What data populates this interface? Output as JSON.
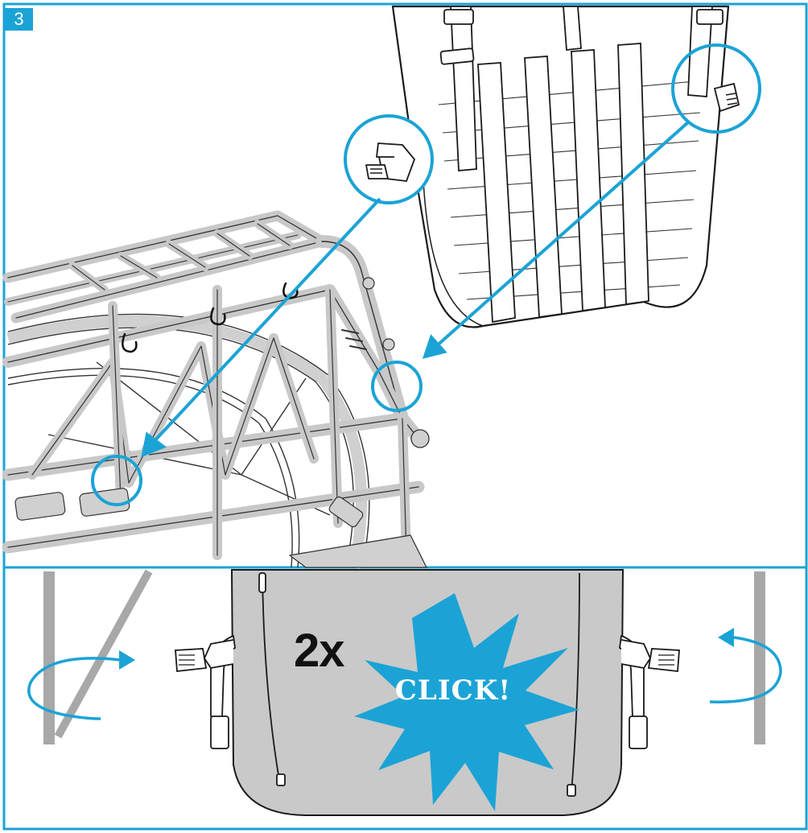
{
  "step": {
    "number": "3"
  },
  "bottom_panel": {
    "multiplier": "2x",
    "click_label": "CLICK!"
  },
  "colors": {
    "accent": "#1ba3d6",
    "frame_gray": "#c8c8c8",
    "bag_gray": "#c9c9c9",
    "outline": "#1a1a1a"
  },
  "icons": {
    "buckle": "buckle-icon",
    "arrow": "arrow-icon",
    "rotate": "rotate-arrow-icon",
    "starburst": "starburst-icon"
  }
}
